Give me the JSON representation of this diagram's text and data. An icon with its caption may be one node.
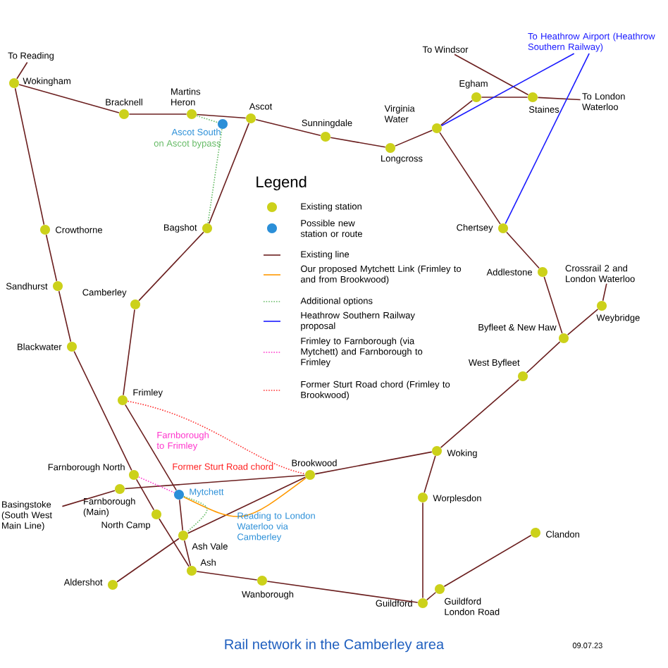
{
  "diagram": {
    "title": "Rail network in the Camberley area",
    "nodes": [
      {
        "text": [
          "To Reading"
        ]
      },
      {
        "text": [
          "Wokingham"
        ]
      },
      {
        "text": [
          "Bracknell"
        ]
      },
      {
        "text": [
          "Martins Heron"
        ]
      },
      {
        "text": [
          "Ascot South",
          "on Ascot bypass"
        ]
      },
      {
        "text": [
          "Ascot"
        ]
      },
      {
        "text": [
          "Sunningdale"
        ]
      },
      {
        "text": [
          "Longcross"
        ]
      },
      {
        "text": [
          "Virginia Water"
        ]
      },
      {
        "text": [
          "Egham"
        ]
      },
      {
        "text": [
          "Staines"
        ]
      },
      {
        "text": [
          "To Windsor"
        ]
      },
      {
        "text": [
          "To London Waterloo"
        ]
      },
      {
        "text": [
          "To Heathrow Airport (Heathrow Southern Railway)"
        ]
      },
      {
        "text": [
          "Bagshot"
        ]
      },
      {
        "text": [
          "Crowthorne"
        ]
      },
      {
        "text": [
          "Sandhurst"
        ]
      },
      {
        "text": [
          "Camberley"
        ]
      },
      {
        "text": [
          "Chertsey"
        ]
      },
      {
        "text": [
          "Addlestone"
        ]
      },
      {
        "text": [
          "Crossrail 2 and London Waterloo"
        ]
      },
      {
        "text": [
          "Weybridge"
        ]
      },
      {
        "text": [
          "Byfleet & New Haw"
        ]
      },
      {
        "text": [
          "Blackwater"
        ]
      },
      {
        "text": [
          "West Byfleet"
        ]
      },
      {
        "text": [
          "Frimley"
        ]
      },
      {
        "text": [
          "Farnborough North"
        ]
      },
      {
        "text": [
          "Farnborough (Main)"
        ]
      },
      {
        "text": [
          "Basingstoke (South West Main Line)"
        ]
      },
      {
        "text": [
          "Mytchett"
        ]
      },
      {
        "text": [
          "Brookwood"
        ]
      },
      {
        "text": [
          "Woking"
        ]
      },
      {
        "text": [
          "North Camp"
        ]
      },
      {
        "text": [
          "Ash Vale"
        ]
      },
      {
        "text": [
          "Worplesdon"
        ]
      },
      {
        "text": [
          "Clandon"
        ]
      },
      {
        "text": [
          "Aldershot"
        ]
      },
      {
        "text": [
          "Ash"
        ]
      },
      {
        "text": [
          "Wanborough"
        ]
      },
      {
        "text": [
          "Guildford London Road"
        ]
      },
      {
        "text": [
          "Guildford"
        ]
      }
    ],
    "edges": [
      {
        "from": 0,
        "to": 1,
        "arrow": "none"
      },
      {
        "from": 1,
        "to": 2,
        "arrow": "none"
      },
      {
        "from": 2,
        "to": 3,
        "arrow": "none"
      },
      {
        "from": 3,
        "to": 5,
        "arrow": "none"
      },
      {
        "from": 5,
        "to": 6,
        "arrow": "none"
      },
      {
        "from": 6,
        "to": 7,
        "arrow": "none"
      },
      {
        "from": 7,
        "to": 8,
        "arrow": "none"
      },
      {
        "from": 8,
        "to": 9,
        "arrow": "none"
      },
      {
        "from": 9,
        "to": 10,
        "arrow": "none"
      },
      {
        "from": 10,
        "to": 12,
        "arrow": "none"
      },
      {
        "from": 10,
        "to": 11,
        "arrow": "none"
      },
      {
        "from": 8,
        "to": 18,
        "arrow": "none"
      },
      {
        "from": 18,
        "to": 19,
        "arrow": "none"
      },
      {
        "from": 19,
        "to": 22,
        "arrow": "none"
      },
      {
        "from": 21,
        "to": 22,
        "arrow": "none"
      },
      {
        "from": 21,
        "to": 20,
        "arrow": "none"
      },
      {
        "from": 22,
        "to": 24,
        "arrow": "none"
      },
      {
        "from": 24,
        "to": 31,
        "arrow": "none"
      },
      {
        "from": 31,
        "to": 30,
        "arrow": "none"
      },
      {
        "from": 30,
        "to": 27,
        "arrow": "none"
      },
      {
        "from": 27,
        "to": 28,
        "arrow": "none"
      },
      {
        "from": 31,
        "to": 34,
        "arrow": "none"
      },
      {
        "from": 34,
        "to": 40,
        "arrow": "none"
      },
      {
        "from": 40,
        "to": 39,
        "arrow": "none"
      },
      {
        "from": 39,
        "to": 35,
        "arrow": "none"
      },
      {
        "from": 40,
        "to": 38,
        "arrow": "none"
      },
      {
        "from": 38,
        "to": 37,
        "arrow": "none"
      },
      {
        "from": 37,
        "to": 32,
        "arrow": "none"
      },
      {
        "from": 32,
        "to": 26,
        "arrow": "none"
      },
      {
        "from": 26,
        "to": 23,
        "arrow": "none"
      },
      {
        "from": 23,
        "to": 16,
        "arrow": "none"
      },
      {
        "from": 16,
        "to": 15,
        "arrow": "none"
      },
      {
        "from": 15,
        "to": 1,
        "arrow": "none"
      },
      {
        "from": 5,
        "to": 14,
        "arrow": "none"
      },
      {
        "from": 14,
        "to": 17,
        "arrow": "none"
      },
      {
        "from": 17,
        "to": 25,
        "arrow": "none"
      },
      {
        "from": 25,
        "to": 29,
        "arrow": "none"
      },
      {
        "from": 29,
        "to": 33,
        "arrow": "none"
      },
      {
        "from": 33,
        "to": 36,
        "arrow": "none"
      },
      {
        "from": 33,
        "to": 30,
        "arrow": "none"
      },
      {
        "from": 33,
        "to": 37,
        "arrow": "none"
      },
      {
        "from": 8,
        "to": 13,
        "arrow": "none",
        "color": "#1a1aff"
      },
      {
        "from": 18,
        "to": 13,
        "arrow": "none",
        "color": "#1a1aff"
      },
      {
        "from": 3,
        "to": 4,
        "arrow": "none",
        "style": "dashed",
        "color": "#66bb66"
      },
      {
        "from": 4,
        "to": 14,
        "arrow": "none",
        "style": "dashed",
        "color": "#66bb66"
      },
      {
        "from": 29,
        "to": 30,
        "arrow": "none",
        "color": "#ff9900"
      },
      {
        "from": 25,
        "to": 30,
        "arrow": "none",
        "style": "dashed",
        "color": "#ff3333"
      },
      {
        "from": 26,
        "to": 29,
        "arrow": "none",
        "style": "dashed",
        "color": "#ff33cc"
      },
      {
        "from": 29,
        "to": 33,
        "arrow": "none",
        "style": "dashed",
        "color": "#66bb66"
      }
    ],
    "labels": [
      "Legend",
      "Farnborough to Frimley",
      "Former Sturt Road chord",
      "Reading to London Waterloo via Camberley",
      "09.07.23"
    ],
    "legend": [
      {
        "text": "Existing station"
      },
      {
        "text": "Possible new station or route"
      },
      {
        "text": "Existing line"
      },
      {
        "text": "Our proposed Mytchett Link (Frimley to and from Brookwood)"
      },
      {
        "text": "Additional options"
      },
      {
        "text": "Heathrow Southern Railway proposal"
      },
      {
        "text": "Frimley to Farnborough (via Mytchett) and Farnborough to Frimley"
      },
      {
        "text": "Former Sturt Road chord (Frimley to Brookwood)"
      }
    ]
  }
}
